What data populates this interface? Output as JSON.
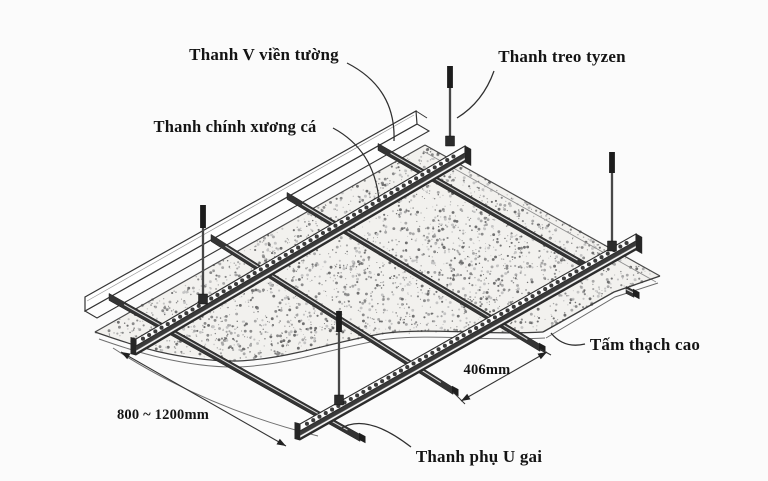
{
  "figure": {
    "type": "suspended-ceiling-installation-diagram",
    "labels": {
      "wall_angle": "Thanh V viền tường",
      "hanger_rod": "Thanh treo tyzen",
      "main_runner": "Thanh chính xương cá",
      "gypsum_board": "Tấm thạch cao",
      "cross_furring": "Thanh phụ U gai"
    },
    "dimensions": {
      "runner_spacing": "800 ~ 1200mm",
      "furring_spacing": "406mm"
    },
    "counts": {
      "hanger_rods_visible": 4,
      "main_runners_visible": 2,
      "cross_furring_bars_visible": 4
    },
    "colors": {
      "background": "#fbfbfb",
      "ink": "#2e2e2e",
      "bar_dark": "#343434",
      "board_base": "#f2f1ee",
      "speckle": "#8a8a8a"
    }
  }
}
